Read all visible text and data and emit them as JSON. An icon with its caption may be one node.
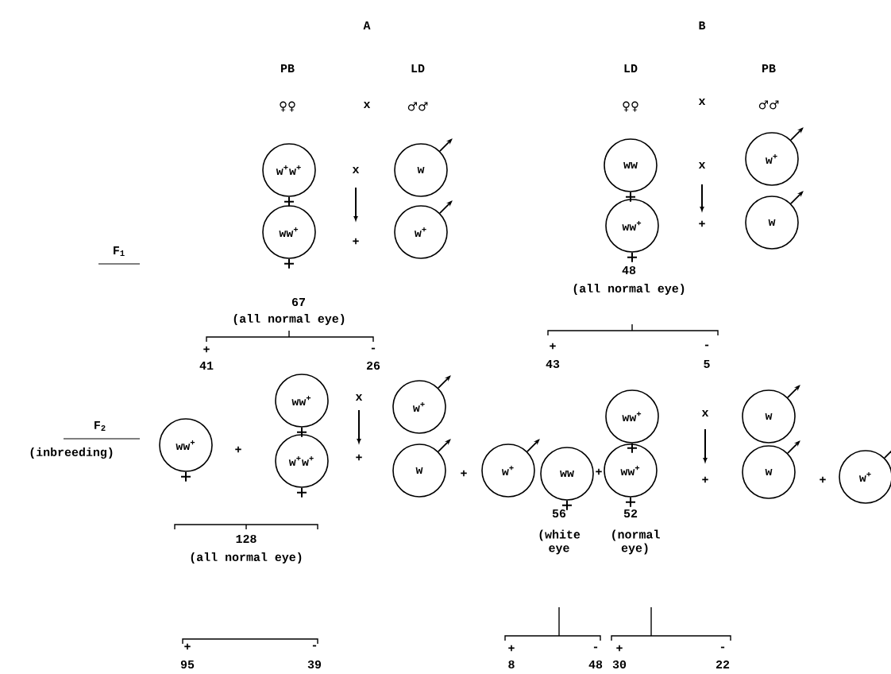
{
  "diagram": {
    "nodes": [
      {
        "text": [
          "w$^{+}$w$^{+}$"
        ]
      },
      {
        "text": [
          "w"
        ]
      },
      {
        "text": [
          "ww"
        ]
      },
      {
        "text": [
          "w$^{+}$"
        ]
      },
      {
        "text": [
          "ww$^{+}$"
        ]
      },
      {
        "text": [
          "w$^{+}$"
        ]
      },
      {
        "text": [
          "ww$^{+}$"
        ]
      },
      {
        "text": [
          "w"
        ]
      },
      {
        "text": [
          "ww$^{+}$"
        ]
      },
      {
        "text": [
          "w$^{+}$"
        ]
      },
      {
        "text": [
          "ww$^{+}$"
        ]
      },
      {
        "text": [
          "w"
        ]
      },
      {
        "text": [
          "ww$^{+}$"
        ]
      },
      {
        "text": [
          "w$^{+}$w$^{+}$"
        ]
      },
      {
        "text": [
          "w"
        ]
      },
      {
        "text": [
          "w$^{+}$"
        ]
      },
      {
        "text": [
          "ww"
        ]
      },
      {
        "text": [
          "ww$^{+}$"
        ]
      },
      {
        "text": [
          "w"
        ]
      },
      {
        "text": [
          "w$^{+}$"
        ]
      }
    ],
    "labels": [
      "A",
      "B",
      "PB",
      "LD",
      "LD",
      "PB",
      "♀♀",
      "x",
      "♂♂",
      "♀♀",
      "x",
      "♂♂",
      "x",
      "x",
      "+",
      "+",
      "F$_{1}$",
      "48",
      "(all normal eye)",
      "67",
      "(all normal eye)",
      "+",
      "-",
      "+",
      "-",
      "41",
      "26",
      "43",
      "5",
      "x",
      "x",
      "F$_{2}$",
      "(inbreeding)",
      "+",
      "+",
      "+",
      "+",
      "+",
      "+",
      "56",
      "52",
      "(white eye",
      "(normal eye)",
      "128",
      "(all normal eye)",
      "+",
      "-",
      "+",
      "-",
      "+",
      "-",
      "95",
      "39",
      "8",
      "48",
      "30",
      "22"
    ]
  }
}
